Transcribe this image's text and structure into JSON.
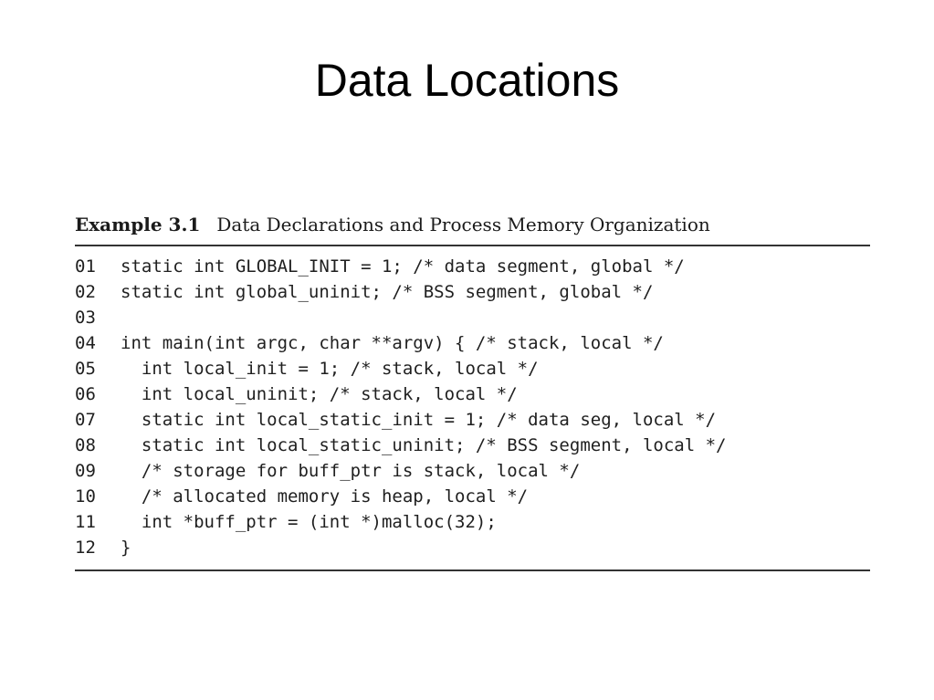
{
  "slide": {
    "title": "Data Locations"
  },
  "example": {
    "label": "Example 3.1",
    "caption": "Data Declarations and Process Memory Organization",
    "lines": [
      {
        "number": "01",
        "code": "static int GLOBAL_INIT = 1; /* data segment, global */"
      },
      {
        "number": "02",
        "code": "static int global_uninit; /* BSS segment, global */"
      },
      {
        "number": "03",
        "code": ""
      },
      {
        "number": "04",
        "code": "int main(int argc, char **argv) { /* stack, local */"
      },
      {
        "number": "05",
        "code": "  int local_init = 1; /* stack, local */"
      },
      {
        "number": "06",
        "code": "  int local_uninit; /* stack, local */"
      },
      {
        "number": "07",
        "code": "  static int local_static_init = 1; /* data seg, local */"
      },
      {
        "number": "08",
        "code": "  static int local_static_uninit; /* BSS segment, local */"
      },
      {
        "number": "09",
        "code": "  /* storage for buff_ptr is stack, local */"
      },
      {
        "number": "10",
        "code": "  /* allocated memory is heap, local */"
      },
      {
        "number": "11",
        "code": "  int *buff_ptr = (int *)malloc(32);"
      },
      {
        "number": "12",
        "code": "}"
      }
    ]
  }
}
